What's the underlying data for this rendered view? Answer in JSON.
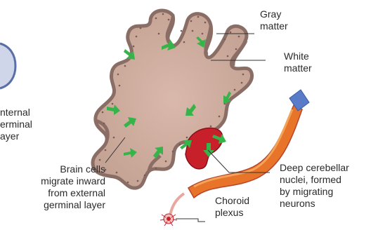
{
  "labels": {
    "gray_matter": "Gray\nmatter",
    "white_matter": "White\nmatter",
    "external_germinal_layer": "nternal\nerminal\nayer",
    "brain_cells_migrate": "Brain cells\nmigrate inward\nfrom external\ngerminal layer",
    "deep_cerebellar_nuclei": "Deep cerebellar\nnuclei, formed\nby migrating\nneurons",
    "choroid_plexus": "Choroid\nplexus"
  },
  "colors": {
    "tissue": "#c8a79a",
    "outline": "#8a6e66",
    "dots": "#7a5a55",
    "arrows": "#36b44a",
    "nuclei": "#c8202a",
    "tube_orange": "#e8742a",
    "tube_blue": "#5a7cc8",
    "leader": "#333333"
  }
}
